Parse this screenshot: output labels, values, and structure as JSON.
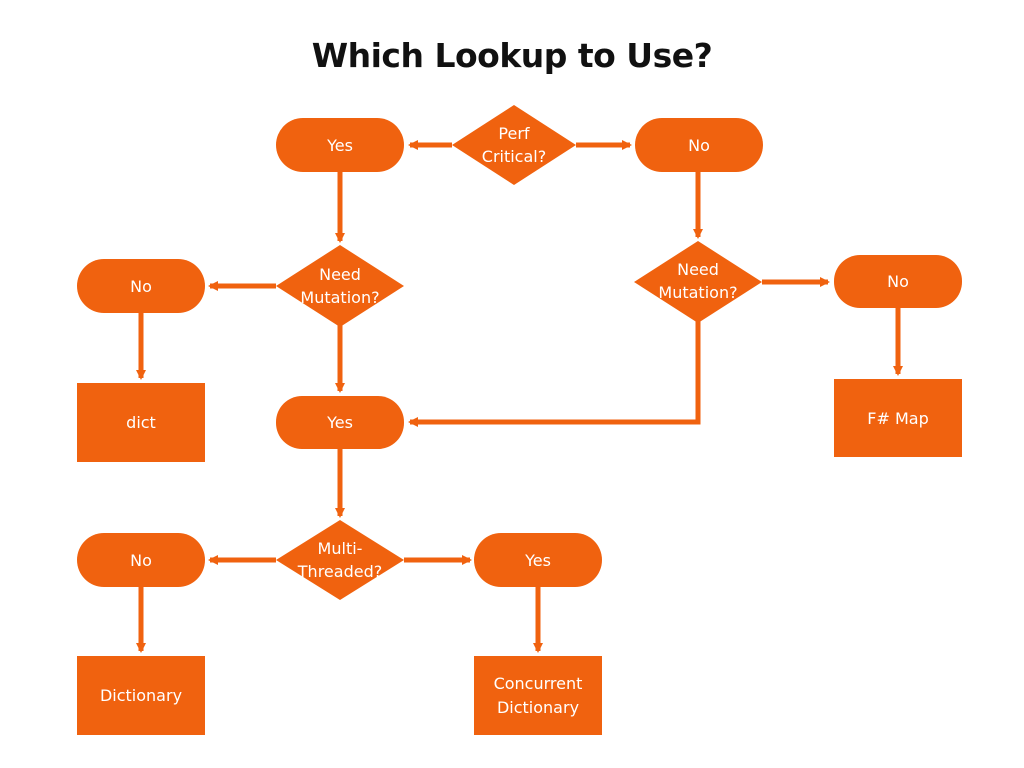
{
  "title": "Which Lookup to Use?",
  "colors": {
    "node_fill": "#f0620f",
    "arrow": "#f0620f",
    "node_text": "#ffffff",
    "title": "#111111"
  },
  "nodes": {
    "d_perf": {
      "lines": [
        "Perf",
        "Critical?"
      ]
    },
    "yes_perf": {
      "lines": [
        "Yes"
      ]
    },
    "no_perf": {
      "lines": [
        "No"
      ]
    },
    "d_mut_l": {
      "lines": [
        "Need",
        "Mutation?"
      ]
    },
    "no_mut_l": {
      "lines": [
        "No"
      ]
    },
    "dict": {
      "lines": [
        "dict"
      ]
    },
    "yes_mut": {
      "lines": [
        "Yes"
      ]
    },
    "d_mut_r": {
      "lines": [
        "Need",
        "Mutation?"
      ]
    },
    "no_mut_r": {
      "lines": [
        "No"
      ]
    },
    "fsmap": {
      "lines": [
        "F# Map"
      ]
    },
    "d_multi": {
      "lines": [
        "Multi-",
        "Threaded?"
      ]
    },
    "no_multi": {
      "lines": [
        "No"
      ]
    },
    "yes_multi": {
      "lines": [
        "Yes"
      ]
    },
    "dictionary": {
      "lines": [
        "Dictionary"
      ]
    },
    "concurrent": {
      "lines": [
        "Concurrent",
        "Dictionary"
      ]
    }
  }
}
